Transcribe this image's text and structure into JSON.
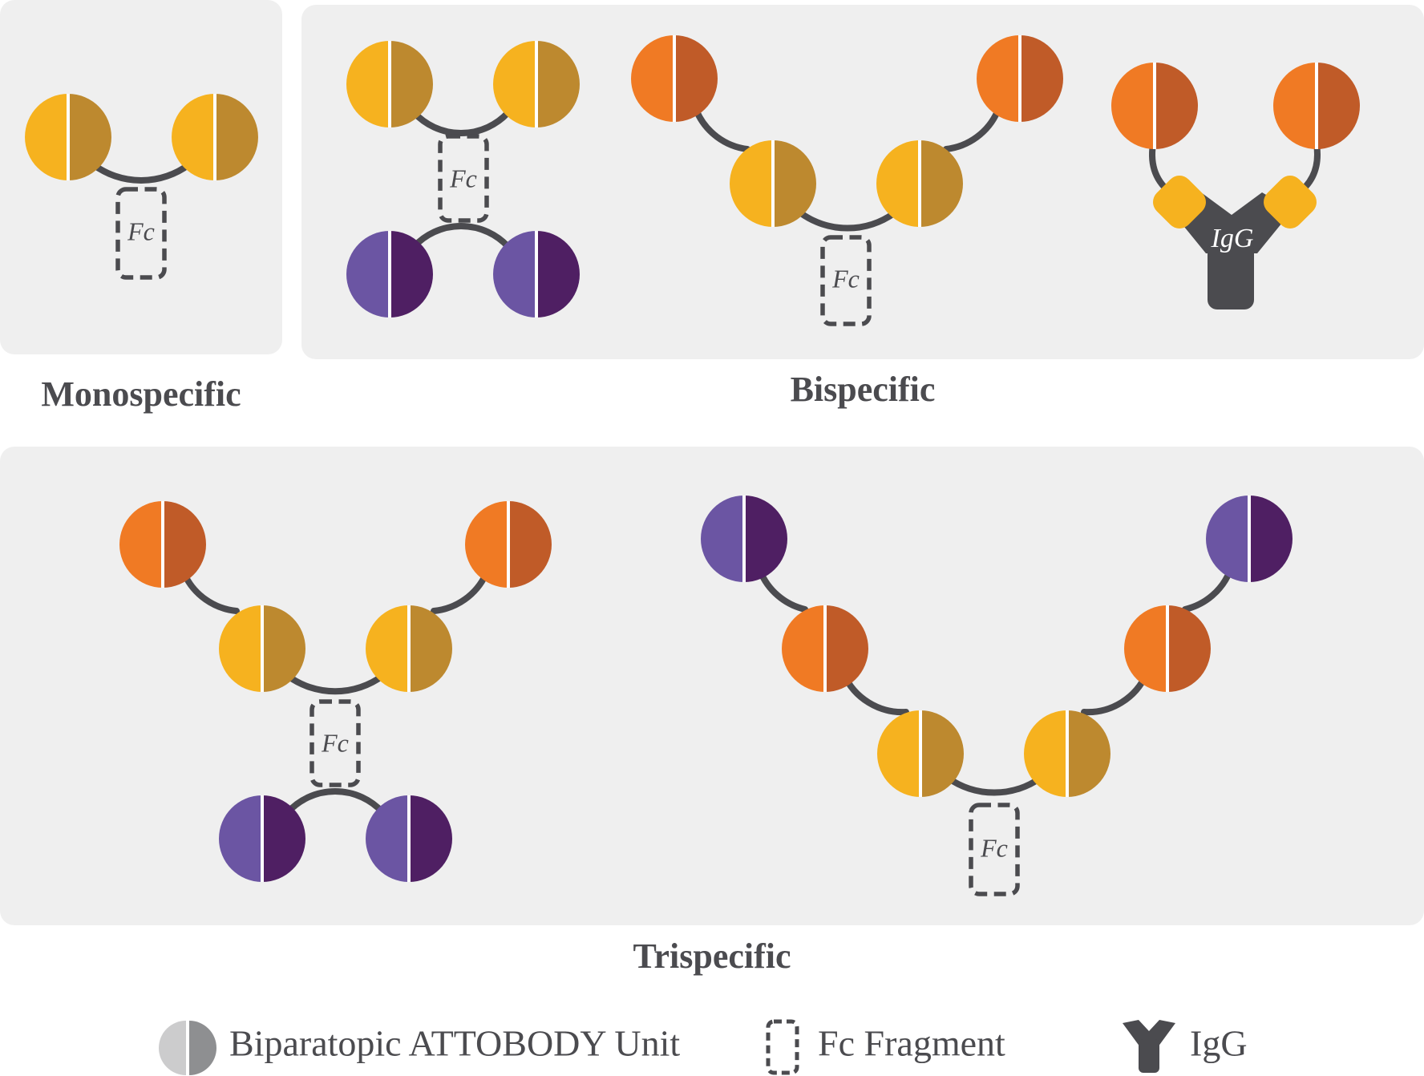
{
  "headings": {
    "monospecific": "Monospecific",
    "bispecific": "Bispecific",
    "trispecific": "Trispecific"
  },
  "labels": {
    "fc": "Fc",
    "igg": "IgG"
  },
  "legend": {
    "unit": {
      "label": "Biparatopic ATTOBODY Unit",
      "icon": "split-circle-icon"
    },
    "fc": {
      "label": "Fc Fragment",
      "icon": "dashed-box-icon"
    },
    "igg": {
      "label": "IgG",
      "icon": "antibody-y-icon"
    }
  },
  "colors": {
    "panel": "#efefef",
    "text": "#4b4b4f",
    "yellow": [
      "#f6b21f",
      "#bd892f"
    ],
    "orange": [
      "#f07a24",
      "#c05b28"
    ],
    "purple": [
      "#6b55a3",
      "#4f1f63"
    ],
    "gray": [
      "#cccccd",
      "#8e8f91"
    ]
  }
}
